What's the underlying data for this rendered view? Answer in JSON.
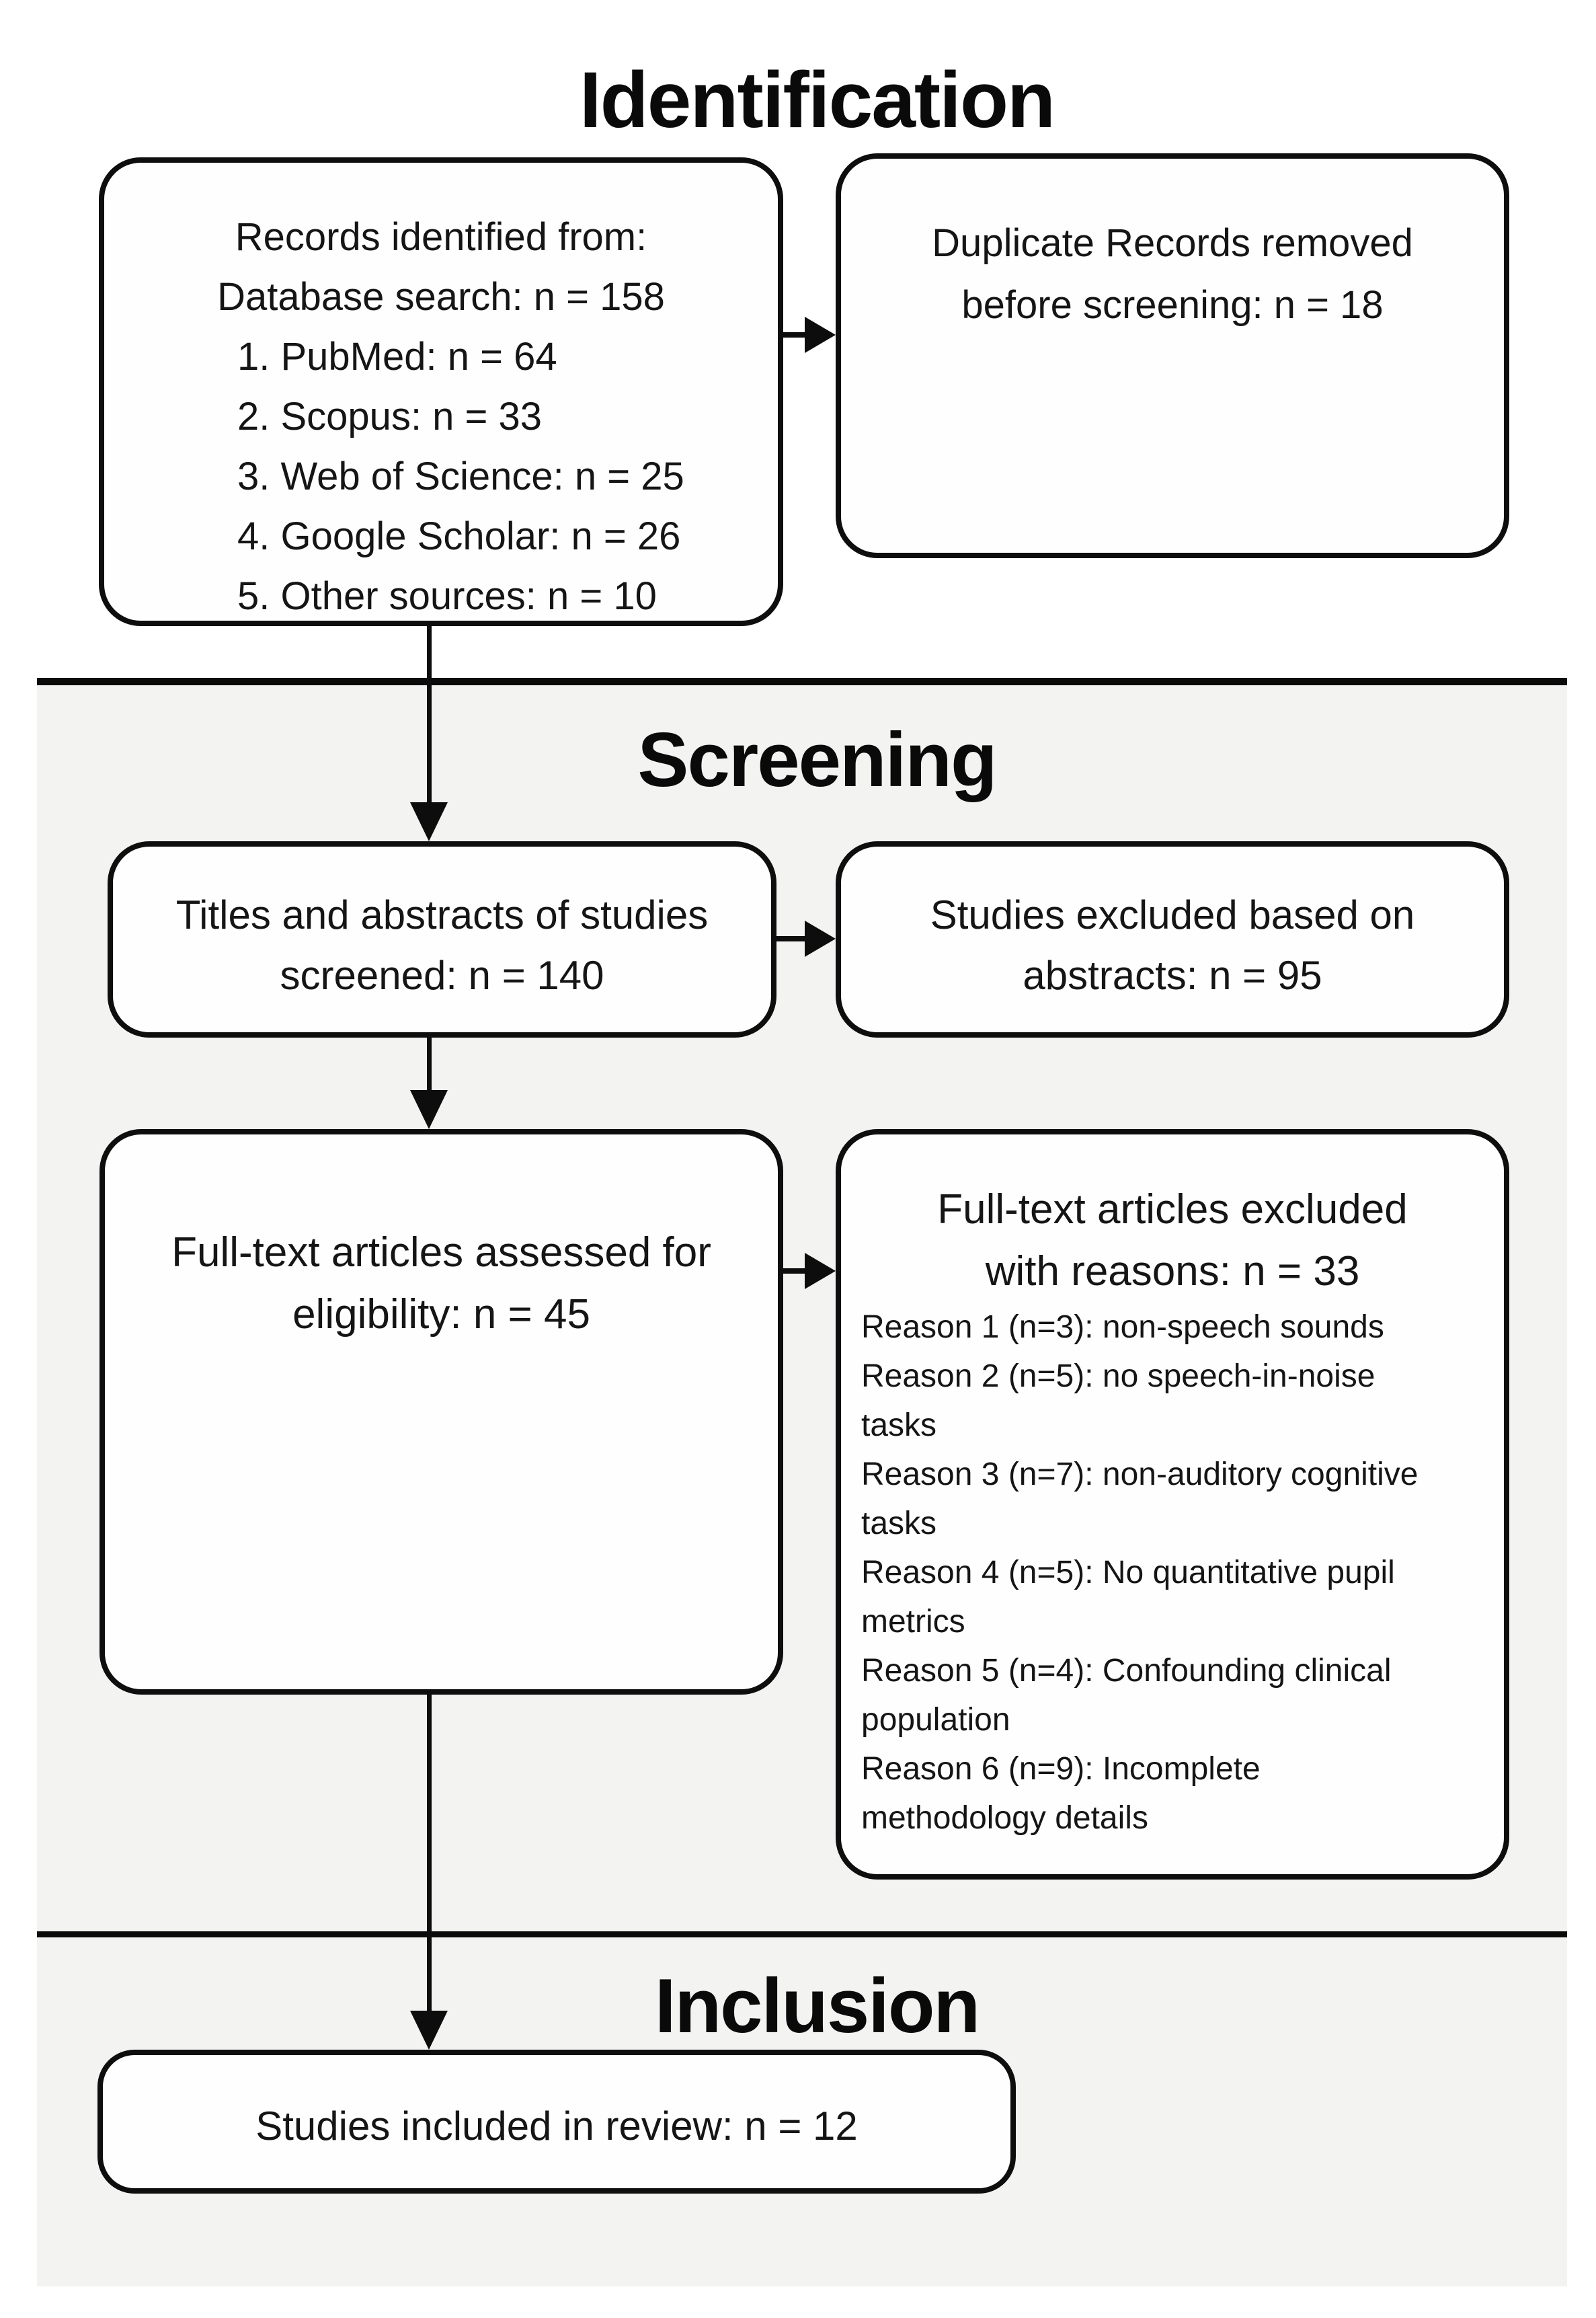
{
  "identification": {
    "title": "Identification",
    "records_box": {
      "line1": "Records identified from:",
      "line2": "Database search: n = 158",
      "items": [
        "1. PubMed: n = 64",
        "2. Scopus: n = 33",
        "3. Web of Science: n = 25",
        "4. Google Scholar: n = 26",
        "5. Other sources: n = 10"
      ]
    },
    "duplicates_box": {
      "line1": "Duplicate Records removed",
      "line2": "before screening: n = 18"
    }
  },
  "screening": {
    "title": "Screening",
    "screened_box": {
      "line1": "Titles and abstracts of studies",
      "line2": "screened: n = 140"
    },
    "excluded_abstracts_box": {
      "line1": "Studies excluded based on",
      "line2": "abstracts: n = 95"
    },
    "fulltext_assessed_box": {
      "line1": "Full-text articles assessed for",
      "line2": "eligibility: n = 45"
    },
    "fulltext_excluded_box": {
      "line1": "Full-text articles excluded",
      "line2": "with reasons: n = 33",
      "reason_lines": [
        "Reason 1 (n=3): non-speech sounds",
        "Reason 2 (n=5): no speech-in-noise",
        "tasks",
        "Reason 3 (n=7): non-auditory cognitive",
        "tasks",
        "Reason 4 (n=5): No quantitative pupil",
        "metrics",
        "Reason 5 (n=4): Confounding clinical",
        "population",
        "Reason 6 (n=9): Incomplete",
        "methodology details"
      ]
    }
  },
  "inclusion": {
    "title": "Inclusion",
    "included_box": {
      "line1": "Studies included in review: n = 12"
    }
  },
  "colors": {
    "section_background": "#f3f3f1",
    "box_border": "#0e0e0e",
    "divider": "#0b0b0b",
    "text": "#151515"
  }
}
